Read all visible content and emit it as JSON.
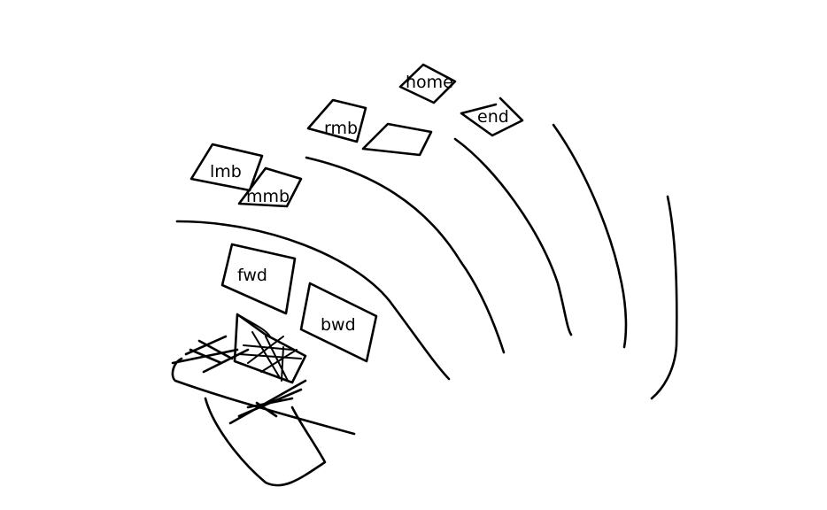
{
  "keys": {
    "home": "home",
    "end": "end",
    "rmb": "rmb",
    "lmb": "lmb",
    "mmb": "mmb",
    "fwd": "fwd",
    "bwd": "bwd"
  },
  "colors": {
    "ink": "#000000",
    "background": "#ffffff"
  }
}
